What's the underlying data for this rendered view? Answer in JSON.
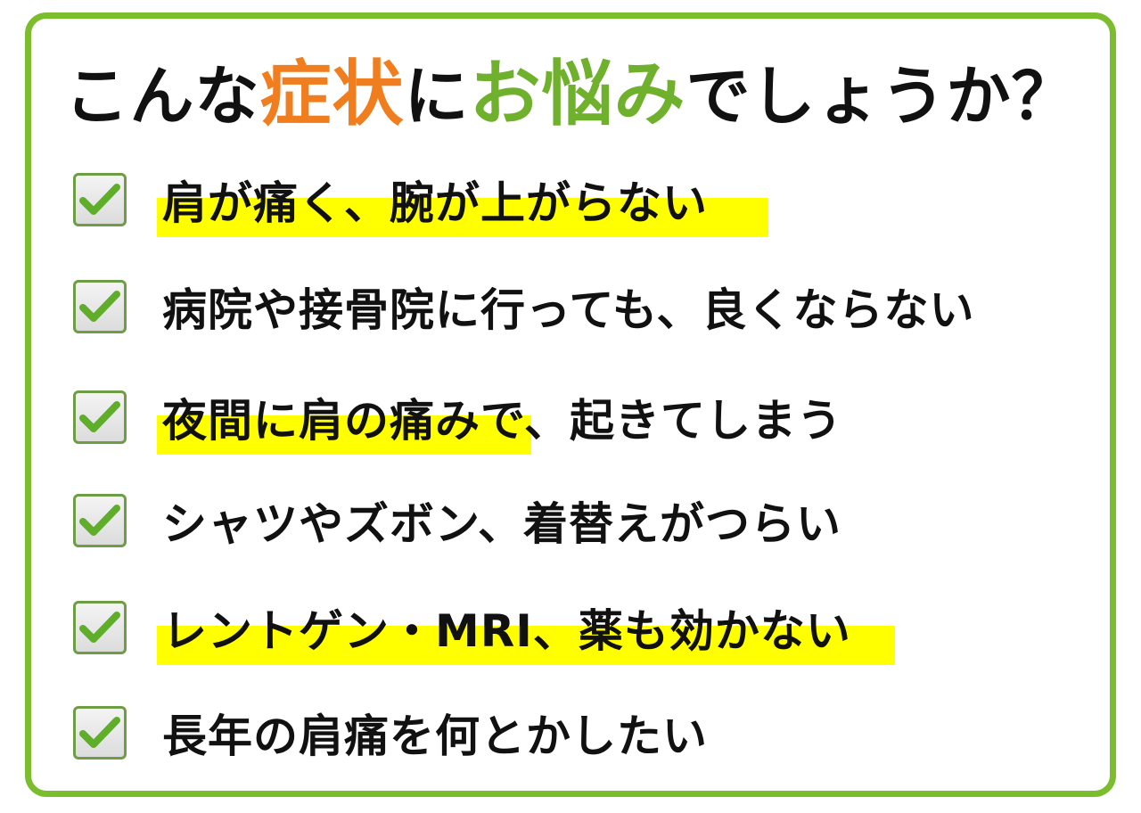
{
  "headline": {
    "part1": "こんな",
    "part2": "症状",
    "part3": "に",
    "part4": "お悩み",
    "part5": "でしょうか？"
  },
  "colors": {
    "border": "#7cbd2e",
    "accent_orange": "#f07e1f",
    "accent_green": "#6fb02c",
    "highlight": "#ffff00",
    "check": "#5fae2a"
  },
  "items": [
    {
      "text": "肩が痛く、腕が上がらない",
      "checked": true,
      "highlighted": true
    },
    {
      "text": "病院や接骨院に行っても、良くならない",
      "checked": true,
      "highlighted": false
    },
    {
      "text": "夜間に肩の痛みで、起きてしまう",
      "checked": true,
      "highlighted": true
    },
    {
      "text": "シャツやズボン、着替えがつらい",
      "checked": true,
      "highlighted": false
    },
    {
      "text": "レントゲン・MRI、薬も効かない",
      "checked": true,
      "highlighted": true
    },
    {
      "text": "長年の肩痛を何とかしたい",
      "checked": true,
      "highlighted": false
    }
  ],
  "icons": {
    "checkbox": "checkmark-icon"
  }
}
